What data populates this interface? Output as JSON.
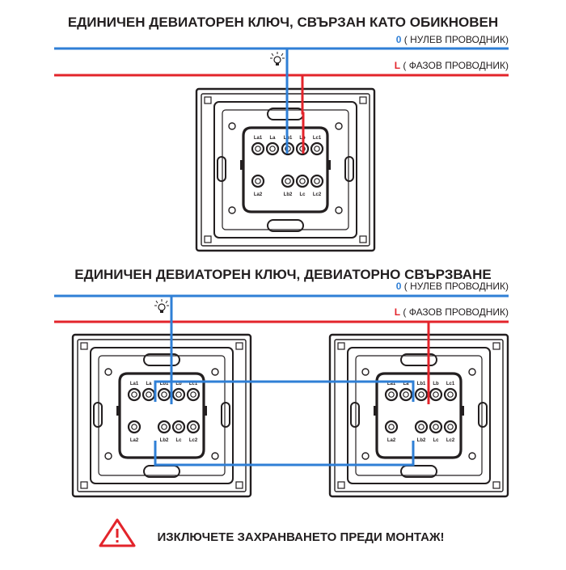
{
  "section1": {
    "title": "ЕДИНИЧЕН ДЕВИАТОРЕН КЛЮЧ, СВЪРЗАН КАТО ОБИКНОВЕН",
    "neutral_code": "0",
    "neutral_label": "( НУЛЕВ ПРОВОДНИК)",
    "phase_code": "L",
    "phase_label": "( ФАЗОВ ПРОВОДНИК)"
  },
  "section2": {
    "title": "ЕДИНИЧЕН ДЕВИАТОРЕН КЛЮЧ, ДЕВИАТОРНО СВЪРЗВАНЕ",
    "neutral_code": "0",
    "neutral_label": "( НУЛЕВ ПРОВОДНИК)",
    "phase_code": "L",
    "phase_label": "( ФАЗОВ ПРОВОДНИК)"
  },
  "terminals": {
    "top_row": [
      "La1",
      "La",
      "Lb1",
      "Lb",
      "Lc1"
    ],
    "bottom_row": [
      "La2",
      "Lb2",
      "Lc",
      "Lc2"
    ]
  },
  "warning": {
    "text": "ИЗКЛЮЧЕТЕ ЗАХРАНВАНЕТО ПРЕДИ МОНТАЖ!",
    "icon": "warning-triangle-icon"
  },
  "colors": {
    "neutral": "#2f7fd6",
    "phase": "#e3242b",
    "outline": "#231f20"
  },
  "icons": {
    "lamp": "lamp-icon"
  }
}
